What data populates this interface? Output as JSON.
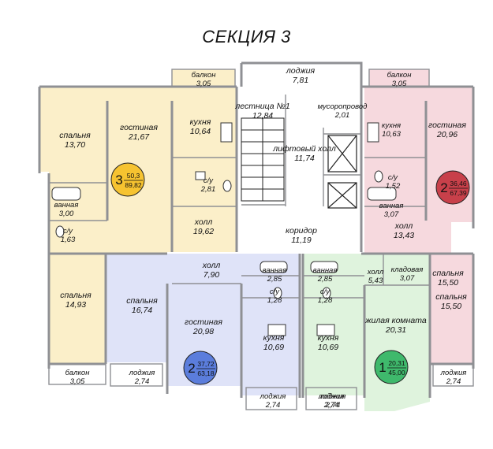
{
  "title": "СЕКЦИЯ 3",
  "colors": {
    "apt3": "#fbefc9",
    "apt2_right": "#f6d9de",
    "apt2_left": "#dfe3f8",
    "apt1": "#dff3dd",
    "common": "#ffffff",
    "wall": "#8f9094",
    "badge3": "#f6c330",
    "badge2_right": "#c8404a",
    "badge2_left": "#5b7ddc",
    "badge1": "#3fb96c"
  },
  "apartments": [
    {
      "id": "apt3",
      "rooms": "3",
      "living": "50,3",
      "total": "89,82"
    },
    {
      "id": "apt2r",
      "rooms": "2",
      "living": "36,46",
      "total": "67,39"
    },
    {
      "id": "apt2l",
      "rooms": "2",
      "living": "37,72",
      "total": "63,18"
    },
    {
      "id": "apt1",
      "rooms": "1",
      "living": "20,31",
      "total": "45,00"
    }
  ],
  "rooms": [
    {
      "name": "спальня",
      "area": "13,70"
    },
    {
      "name": "гостиная",
      "area": "21,67"
    },
    {
      "name": "кухня",
      "area": "10,64"
    },
    {
      "name": "балкон",
      "area": "3,05"
    },
    {
      "name": "с/у",
      "area": "2,81"
    },
    {
      "name": "ванная",
      "area": "3,00"
    },
    {
      "name": "с/у",
      "area": "1,63"
    },
    {
      "name": "холл",
      "area": "19,62"
    },
    {
      "name": "спальня",
      "area": "14,93"
    },
    {
      "name": "балкон",
      "area": "3,05"
    },
    {
      "name": "лоджия",
      "area": "7,81"
    },
    {
      "name": "лестница №1",
      "area": "12,84"
    },
    {
      "name": "мусоропровод",
      "area": "2,01"
    },
    {
      "name": "лифтовый холл",
      "area": "11,74"
    },
    {
      "name": "коридор",
      "area": "11,19"
    },
    {
      "name": "балкон",
      "area": "3,05"
    },
    {
      "name": "кухня",
      "area": "10,63"
    },
    {
      "name": "гостиная",
      "area": "20,96"
    },
    {
      "name": "с/у",
      "area": "1,52"
    },
    {
      "name": "ванная",
      "area": "3,07"
    },
    {
      "name": "холл",
      "area": "13,43"
    },
    {
      "name": "спальня",
      "area": "15,50"
    },
    {
      "name": "лоджия",
      "area": "2,74"
    },
    {
      "name": "холл",
      "area": "7,90"
    },
    {
      "name": "спальня",
      "area": "16,74"
    },
    {
      "name": "гостиная",
      "area": "20,98"
    },
    {
      "name": "ванная",
      "area": "2,85"
    },
    {
      "name": "с/у",
      "area": "1,28"
    },
    {
      "name": "кухня",
      "area": "10,69"
    },
    {
      "name": "лоджия",
      "area": "2,74"
    },
    {
      "name": "лоджия",
      "area": "2,74"
    },
    {
      "name": "ванная",
      "area": "2,85"
    },
    {
      "name": "с/у",
      "area": "1,28"
    },
    {
      "name": "кухня",
      "area": "10,69"
    },
    {
      "name": "лоджия",
      "area": "2,74"
    },
    {
      "name": "холл",
      "area": "5,43"
    },
    {
      "name": "кладовая",
      "area": "3,07"
    },
    {
      "name": "жилая комната",
      "area": "20,31"
    },
    {
      "name": "спальня",
      "area": "15,50"
    },
    {
      "name": "лоджия",
      "area": "2,74"
    }
  ]
}
